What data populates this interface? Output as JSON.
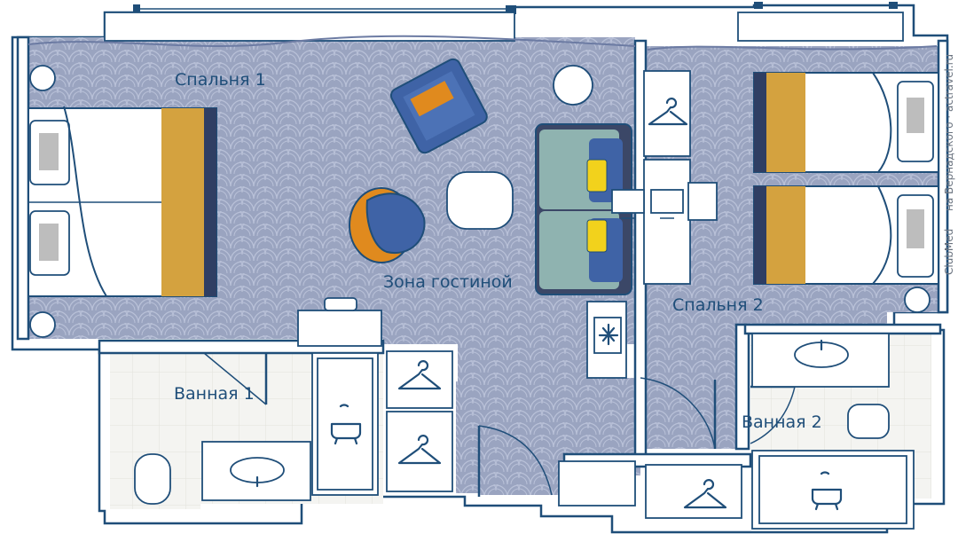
{
  "rooms": {
    "bedroom1": "Спальня 1",
    "living": "Зона гостиной",
    "bedroom2": "Спальня 2",
    "bath1": "Ванная 1",
    "bath2": "Ванная 2"
  },
  "credit": {
    "brand": "ClubMed",
    "text": "на Вернадского · actravel.ru"
  },
  "colors": {
    "wall": "#1f4e79",
    "carpet": "#9aa4c0",
    "tile": "#f4f4f1",
    "bed_runner": "#d4a23f",
    "armchair_blue": "#3f63a6",
    "armchair_orange": "#e08a1e",
    "sofa": "#8fb3b0",
    "cushion_yellow": "#f2d21c"
  }
}
